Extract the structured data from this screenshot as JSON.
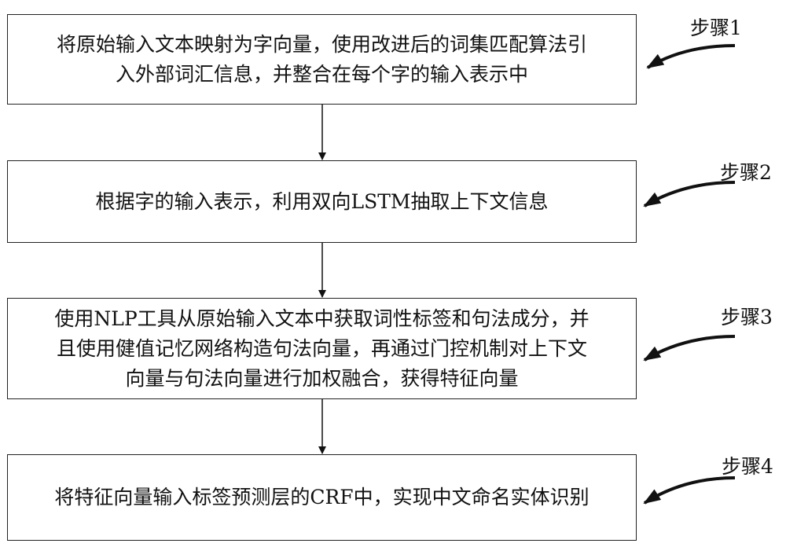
{
  "steps": [
    {
      "label": "步骤1",
      "lines": [
        "将原始输入文本映射为字向量，使用改进后的词集匹配算法引",
        "入外部词汇信息，并整合在每个字的输入表示中"
      ]
    },
    {
      "label": "步骤2",
      "lines": [
        "根据字的输入表示，利用双向LSTM抽取上下文信息"
      ]
    },
    {
      "label": "步骤3",
      "lines": [
        "使用NLP工具从原始输入文本中获取词性标签和句法成分，并",
        "且使用健值记忆网络构造句法向量，再通过门控机制对上下文",
        "向量与句法向量进行加权融合，获得特征向量"
      ]
    },
    {
      "label": "步骤4",
      "lines": [
        "将特征向量输入标签预测层的CRF中，实现中文命名实体识别"
      ]
    }
  ]
}
